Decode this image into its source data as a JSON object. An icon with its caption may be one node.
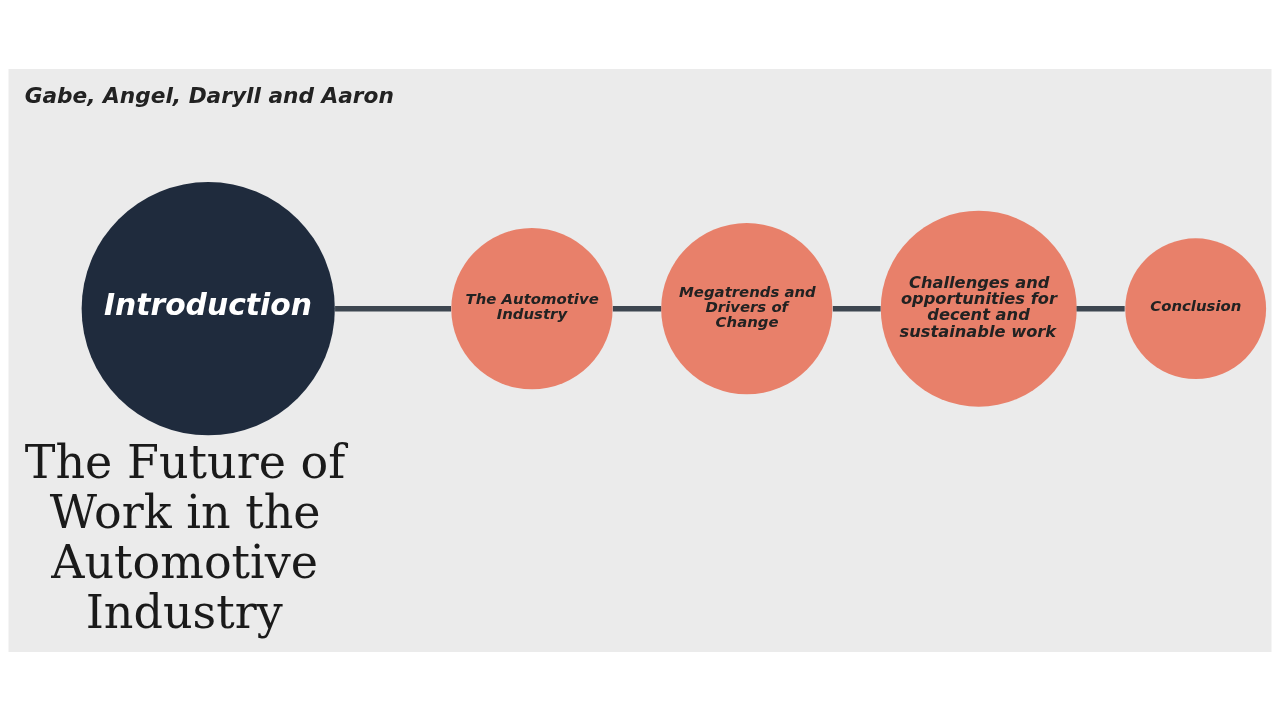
{
  "diagram": {
    "title": "The Future of Work in the Automotive Industry",
    "nodes": [
      {
        "text": [
          "Introduction"
        ]
      },
      {
        "text": [
          "Megatrends and Drivers of Change"
        ]
      },
      {
        "text": [
          "The Automotive Industry"
        ]
      },
      {
        "text": [
          "Conclusion"
        ]
      },
      {
        "text": [
          "Challenges and opportunities for decent and sustainable work"
        ]
      }
    ],
    "edges": [
      {
        "from": 0,
        "to": 2,
        "arrow": "none"
      },
      {
        "from": 2,
        "to": 1,
        "arrow": "none"
      },
      {
        "from": 1,
        "to": 4,
        "arrow": "none"
      },
      {
        "from": 4,
        "to": 3,
        "arrow": "none"
      }
    ],
    "labels": [
      "Gabe, Angel, Daryll and Aaron"
    ]
  }
}
